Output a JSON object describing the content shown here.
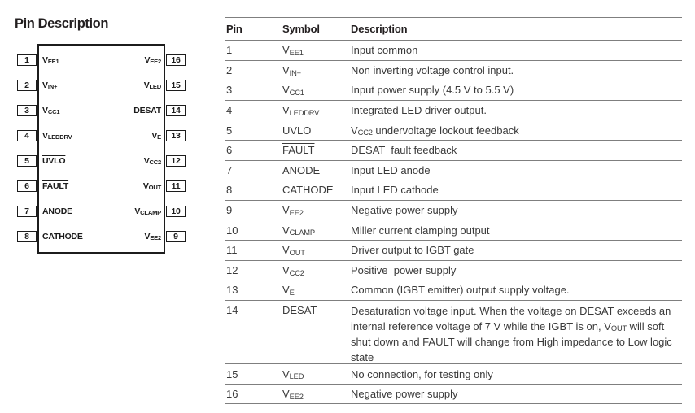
{
  "title": "Pin Description",
  "diagram": {
    "left_pins": [
      {
        "num": "1",
        "label": {
          "base": "V",
          "sub": "EE1"
        }
      },
      {
        "num": "2",
        "label": {
          "base": "V",
          "sub": "IN+"
        }
      },
      {
        "num": "3",
        "label": {
          "base": "V",
          "sub": "CC1"
        }
      },
      {
        "num": "4",
        "label": {
          "base": "V",
          "sub": "LEDDRV"
        }
      },
      {
        "num": "5",
        "label": {
          "text": "UVLO",
          "overline": true
        }
      },
      {
        "num": "6",
        "label": {
          "text": "FAULT",
          "overline": true
        }
      },
      {
        "num": "7",
        "label": {
          "text": "ANODE"
        }
      },
      {
        "num": "8",
        "label": {
          "text": "CATHODE"
        }
      }
    ],
    "right_pins": [
      {
        "num": "16",
        "label": {
          "base": "V",
          "sub": "EE2"
        }
      },
      {
        "num": "15",
        "label": {
          "base": "V",
          "sub": "LED"
        }
      },
      {
        "num": "14",
        "label": {
          "text": "DESAT"
        }
      },
      {
        "num": "13",
        "label": {
          "base": "V",
          "sub": "E"
        }
      },
      {
        "num": "12",
        "label": {
          "base": "V",
          "sub": "CC2"
        }
      },
      {
        "num": "11",
        "label": {
          "base": "V",
          "sub": "OUT"
        }
      },
      {
        "num": "10",
        "label": {
          "base": "V",
          "sub": "CLAMP"
        }
      },
      {
        "num": "9",
        "label": {
          "base": "V",
          "sub": "EE2"
        }
      }
    ]
  },
  "table": {
    "headers": [
      "Pin",
      "Symbol",
      "Description"
    ],
    "rows": [
      {
        "pin": "1",
        "symbol": {
          "base": "V",
          "sub": "EE1"
        },
        "desc": [
          {
            "t": "Input common"
          }
        ]
      },
      {
        "pin": "2",
        "symbol": {
          "base": "V",
          "sub": "IN+"
        },
        "desc": [
          {
            "t": "Non inverting voltage control input."
          }
        ]
      },
      {
        "pin": "3",
        "symbol": {
          "base": "V",
          "sub": "CC1"
        },
        "desc": [
          {
            "t": "Input power supply (4.5 V to 5.5 V)"
          }
        ]
      },
      {
        "pin": "4",
        "symbol": {
          "base": "V",
          "sub": "LEDDRV"
        },
        "desc": [
          {
            "t": "Integrated LED driver output."
          }
        ]
      },
      {
        "pin": "5",
        "symbol": {
          "text": "UVLO",
          "overline": true
        },
        "desc": [
          {
            "t": "V"
          },
          {
            "sub": "CC2"
          },
          {
            "t": " undervoltage lockout feedback"
          }
        ]
      },
      {
        "pin": "6",
        "symbol": {
          "text": "FAULT",
          "overline": true
        },
        "desc": [
          {
            "t": "DESAT  fault feedback"
          }
        ]
      },
      {
        "pin": "7",
        "symbol": {
          "text": "ANODE"
        },
        "desc": [
          {
            "t": "Input LED anode"
          }
        ]
      },
      {
        "pin": "8",
        "symbol": {
          "text": "CATHODE"
        },
        "desc": [
          {
            "t": "Input LED cathode"
          }
        ]
      },
      {
        "pin": "9",
        "symbol": {
          "base": "V",
          "sub": "EE2"
        },
        "desc": [
          {
            "t": "Negative power supply"
          }
        ]
      },
      {
        "pin": "10",
        "symbol": {
          "base": "V",
          "sub": "CLAMP"
        },
        "desc": [
          {
            "t": "Miller current clamping output"
          }
        ]
      },
      {
        "pin": "11",
        "symbol": {
          "base": "V",
          "sub": "OUT"
        },
        "desc": [
          {
            "t": "Driver output to IGBT gate"
          }
        ]
      },
      {
        "pin": "12",
        "symbol": {
          "base": "V",
          "sub": "CC2"
        },
        "desc": [
          {
            "t": "Positive  power supply"
          }
        ]
      },
      {
        "pin": "13",
        "symbol": {
          "base": "V",
          "sub": "E"
        },
        "desc": [
          {
            "t": "Common (IGBT emitter) output supply voltage."
          }
        ]
      },
      {
        "pin": "14",
        "symbol": {
          "text": "DESAT"
        },
        "tall": true,
        "desc": [
          {
            "t": "Desaturation voltage input. When the voltage on DESAT exceeds an internal reference voltage of 7 V while the IGBT is on, V"
          },
          {
            "sub": "OUT"
          },
          {
            "t": " will soft shut down and FAULT will change from High impedance to Low logic state"
          }
        ]
      },
      {
        "pin": "15",
        "symbol": {
          "base": "V",
          "sub": "LED"
        },
        "desc": [
          {
            "t": "No connection, for testing only"
          }
        ]
      },
      {
        "pin": "16",
        "symbol": {
          "base": "V",
          "sub": "EE2"
        },
        "desc": [
          {
            "t": "Negative power supply"
          }
        ]
      }
    ]
  },
  "colors": {
    "rule": "#7f7f7f",
    "body_text": "#3a3a3a",
    "heading_text": "#231f20",
    "chip_outline": "#1c1c1c"
  }
}
